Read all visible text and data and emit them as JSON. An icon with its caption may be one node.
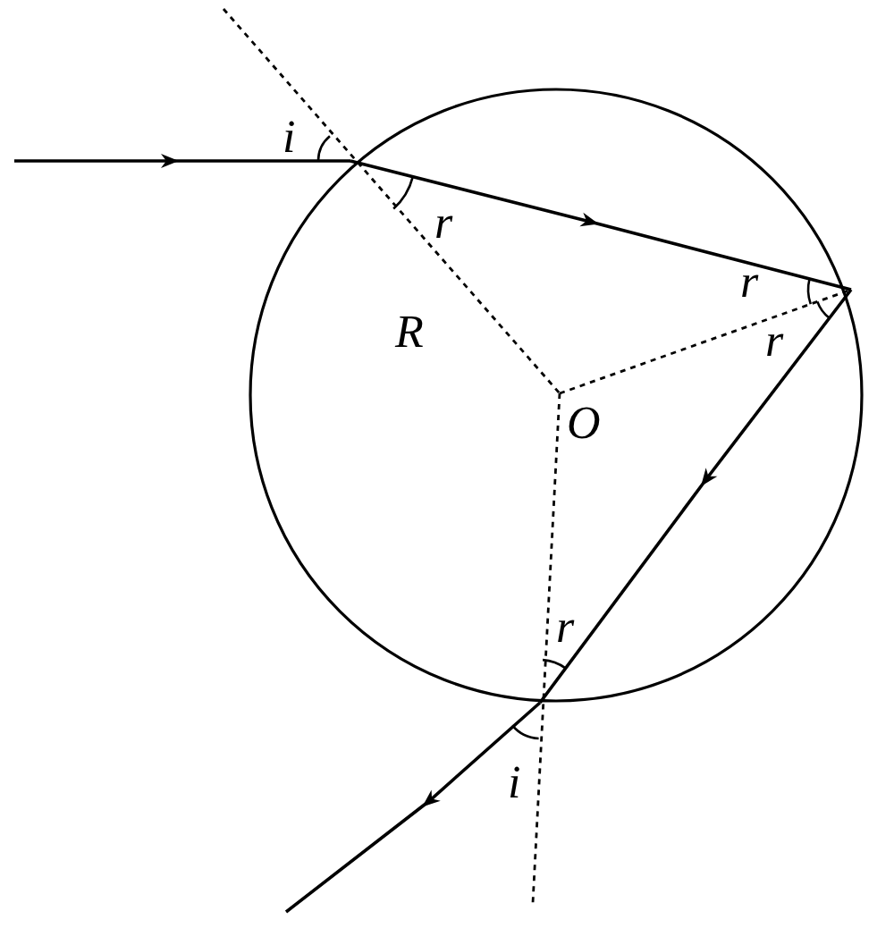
{
  "diagram": {
    "labels": [
      "i",
      "r",
      "r",
      "R",
      "r",
      "O",
      "r",
      "i"
    ]
  }
}
